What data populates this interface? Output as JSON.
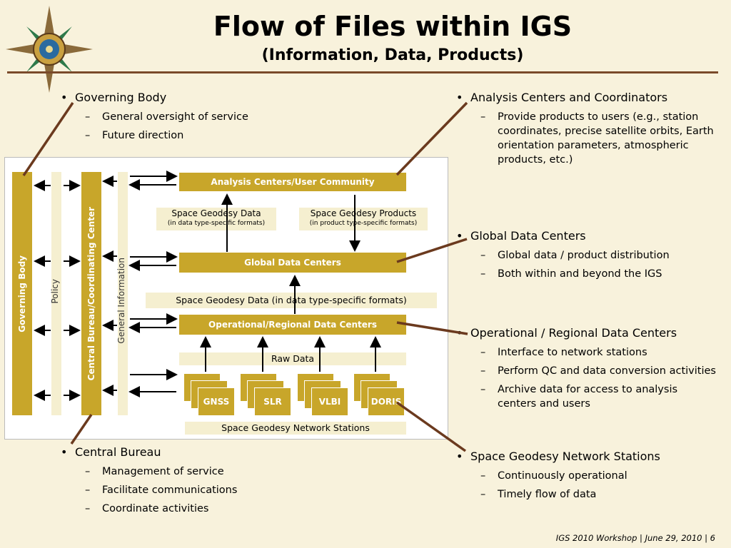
{
  "slide": {
    "title": "Flow of Files within IGS",
    "subtitle": "(Information, Data, Products)",
    "footer": "IGS 2010 Workshop | June 29, 2010 | 6"
  },
  "left_top": {
    "heading": "Governing Body",
    "items": [
      "General oversight of service",
      "Future direction"
    ]
  },
  "left_bottom": {
    "heading": "Central Bureau",
    "items": [
      "Management of service",
      "Facilitate communications",
      "Coordinate activities"
    ]
  },
  "right": [
    {
      "heading": "Analysis Centers and Coordinators",
      "items": [
        "Provide products to users (e.g., station coordinates, precise satellite orbits, Earth orientation parameters, atmospheric products, etc.)"
      ]
    },
    {
      "heading": "Global Data Centers",
      "items": [
        "Global data / product distribution",
        "Both within and beyond the IGS"
      ]
    },
    {
      "heading": "Operational / Regional Data Centers",
      "items": [
        "Interface to network stations",
        "Perform QC and data conversion activities",
        "Archive data for access to analysis centers and users"
      ]
    },
    {
      "heading": "Space Geodesy Network Stations",
      "items": [
        "Continuously operational",
        "Timely flow of data"
      ]
    }
  ],
  "diagram": {
    "governing_body": "Governing Body",
    "policy": "Policy",
    "central_bureau": "Central Bureau/Coordinating Center",
    "general_information": "General Information",
    "analysis_centers": "Analysis Centers/User Community",
    "sg_data": "Space Geodesy Data",
    "sg_data_note": "(in data type-specific formats)",
    "sg_products": "Space Geodesy Products",
    "sg_products_note": "(in product type-specific formats)",
    "global_dc": "Global Data Centers",
    "sg_data_formats": "Space Geodesy Data (in data type-specific formats)",
    "operational_dc": "Operational/Regional Data Centers",
    "raw_data": "Raw Data",
    "stations": [
      "GNSS",
      "SLR",
      "VLBI",
      "DORIS"
    ],
    "network_stations": "Space Geodesy Network Stations"
  },
  "colors": {
    "gold": "#c8a62a",
    "connector": "#6b3a1e",
    "rule": "#7a4a2a",
    "background": "#f8f2dc"
  }
}
